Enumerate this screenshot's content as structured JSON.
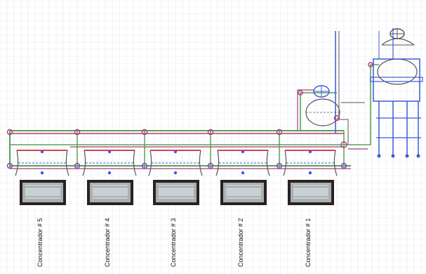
{
  "diagram": {
    "colors": {
      "grid": "#e6e9f0",
      "pipe_green": "#5aa05a",
      "pipe_magenta": "#b03a7a",
      "pipe_red": "#c0303a",
      "equipment_blue": "#3c5ad8",
      "equipment_gray": "#555555",
      "valve_purple": "#8a3cc8",
      "photo_dark": "#2a2220"
    },
    "concentrators": [
      {
        "label": "Concentrador # 5"
      },
      {
        "label": "Concentrador # 4"
      },
      {
        "label": "Concentrador # 3"
      },
      {
        "label": "Concentrador # 2"
      },
      {
        "label": "Concentrador # 1"
      }
    ],
    "vessels": [
      {
        "name": "small-tank"
      },
      {
        "name": "large-tank"
      }
    ]
  }
}
